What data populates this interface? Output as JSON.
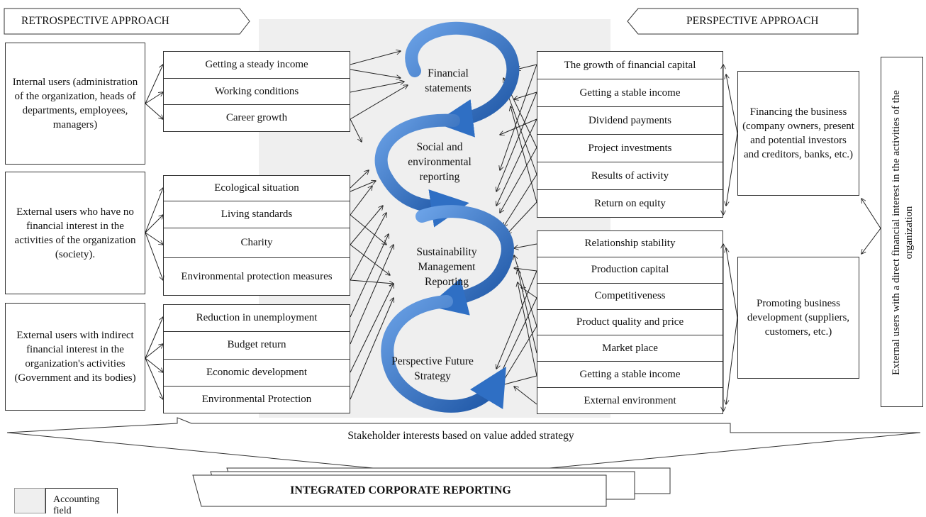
{
  "headers": {
    "retrospective": "RETROSPECTIVE APPROACH",
    "perspective": "PERSPECTIVE APPROACH"
  },
  "left_users": [
    "Internal users (administration of the organization, heads of departments, employees, managers)",
    "External users who have no financial interest in the activities of the organization (society).",
    "External users with indirect financial interest in the organization's activities (Government and its bodies)"
  ],
  "left_groups": [
    [
      "Getting a steady income",
      "Working conditions",
      "Career growth"
    ],
    [
      "Ecological situation",
      "Living standards",
      "Charity",
      "Environmental protection measures"
    ],
    [
      "Reduction in unemployment",
      "Budget return",
      "Economic development",
      "Environmental Protection"
    ]
  ],
  "center_stages": [
    "Financial statements",
    "Social and environmental reporting",
    "Sustainability Management Reporting",
    "Perspective Future Strategy"
  ],
  "right_groups": [
    [
      "The growth of financial capital",
      "Getting a stable income",
      "Dividend payments",
      "Project investments",
      "Results of activity",
      "Return on equity"
    ],
    [
      "Relationship stability",
      "Production capital",
      "Competitiveness",
      "Product quality and price",
      "Market place",
      "Getting a stable income",
      "External environment"
    ]
  ],
  "right_users": [
    "Financing the business (company owners, present and potential investors and creditors, banks, etc.)",
    "Promoting business development (suppliers, customers, etc.)"
  ],
  "vertical_label": "External users with a direct financial interest in the activities of the organization",
  "bottom": {
    "stakeholder_text": "Stakeholder interests based on value added strategy",
    "integrated": "INTEGRATED CORPORATE REPORTING"
  },
  "legend": {
    "label": "Accounting field",
    "swatch_color": "#efefef"
  },
  "colors": {
    "arrow_blue": "#2f6fc4",
    "field_gray": "#efefef",
    "line": "#333333"
  }
}
